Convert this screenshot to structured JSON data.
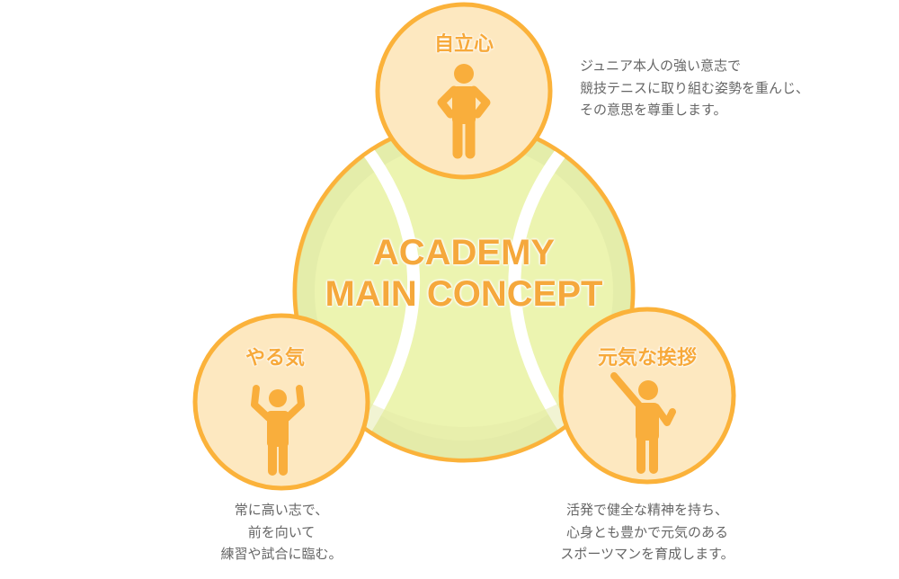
{
  "center": {
    "line1": "ACADEMY",
    "line2": "MAIN CONCEPT"
  },
  "concepts": [
    {
      "title": "自立心",
      "icon": "person-hands-on-hips-icon",
      "lines": [
        "ジュニア本人の強い意志で",
        "競技テニスに取り組む姿勢を重んじ、",
        "その意思を尊重します。"
      ]
    },
    {
      "title": "やる気",
      "icon": "person-arms-raised-icon",
      "lines": [
        "常に高い志で、",
        "前を向いて",
        "練習や試合に臨む。"
      ]
    },
    {
      "title": "元気な挨拶",
      "icon": "person-waving-icon",
      "lines": [
        "活発で健全な精神を持ち、",
        "心身とも豊かで元気のある",
        "スポーツマンを育成します。"
      ]
    }
  ],
  "colors": {
    "orange": "#f9a51f",
    "figure": "#f9ae3c",
    "circle_fill": "#fde7c0",
    "ball": "#ecf4b0",
    "text": "#666666"
  }
}
